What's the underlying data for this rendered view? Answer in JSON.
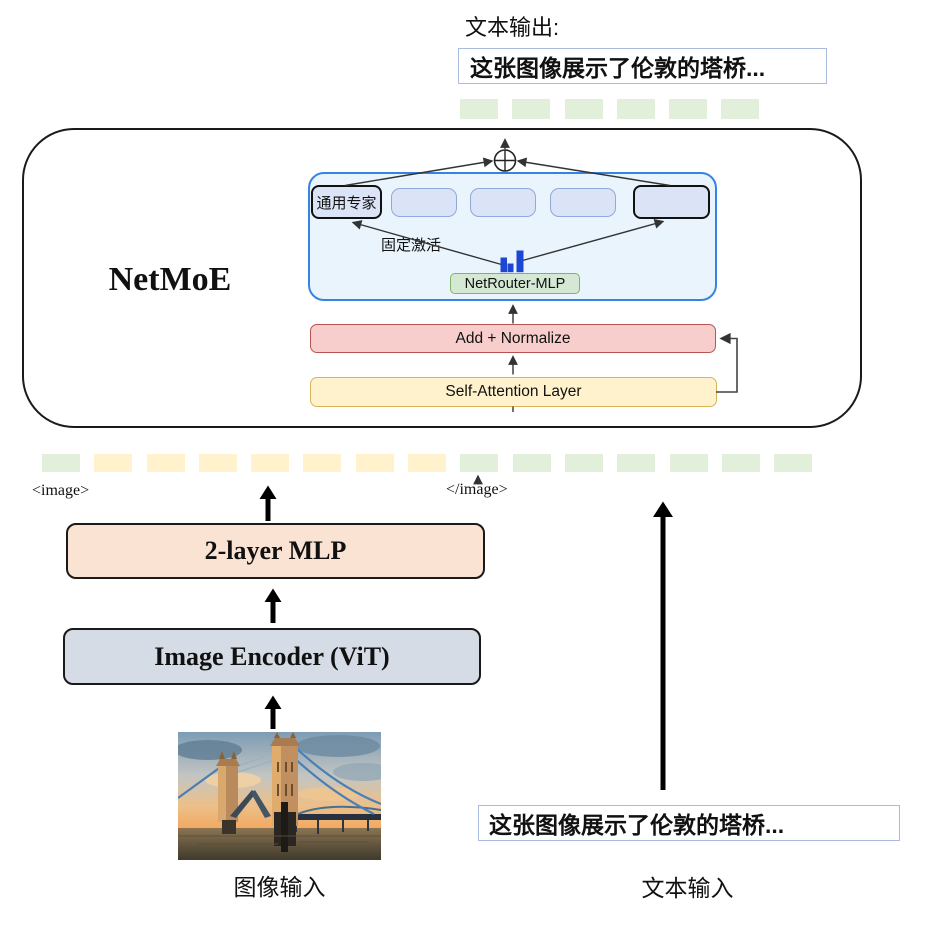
{
  "output": {
    "label": "文本输出:",
    "value": "这张图像展示了伦敦的塔桥..."
  },
  "model": {
    "title": "NetMoE",
    "general_expert": "通用专家",
    "fixed_activation": "固定激活",
    "router": "NetRouter-MLP",
    "add_normalize": "Add + Normalize",
    "self_attention": "Self-Attention Layer"
  },
  "tokens": {
    "top": [
      "green",
      "green",
      "green",
      "green",
      "green",
      "green"
    ],
    "bottom": [
      "green",
      "yellow",
      "yellow",
      "yellow",
      "yellow",
      "yellow",
      "yellow",
      "yellow",
      "green",
      "green",
      "green",
      "green",
      "green",
      "green",
      "green"
    ],
    "open_tag": "<image>",
    "close_tag": "</image>"
  },
  "vision": {
    "mlp": "2-layer MLP",
    "encoder": "Image Encoder (ViT)",
    "image_caption": "图像输入"
  },
  "text_input": {
    "value": "这张图像展示了伦敦的塔桥...",
    "label": "文本输入"
  },
  "colors": {
    "token_green": "#e2efda",
    "token_yellow": "#fff2cc",
    "router_fill": "#e9f4fd",
    "router_border": "#3584e4",
    "expert_fill": "#dbe3f6",
    "expert_border": "#8ea9dc",
    "netrouter_fill": "#d5e8d4",
    "netrouter_border": "#82b366",
    "bar_blue": "#1d46d2",
    "addnorm_fill": "#f8cecc",
    "addnorm_border": "#b85450",
    "attn_fill": "#fff2cc",
    "attn_border": "#d6b656",
    "mlp_fill": "#fbe3d3",
    "encoder_fill": "#d6dce5",
    "textbox_border": "#a9bce0",
    "arrow": "#333333"
  }
}
